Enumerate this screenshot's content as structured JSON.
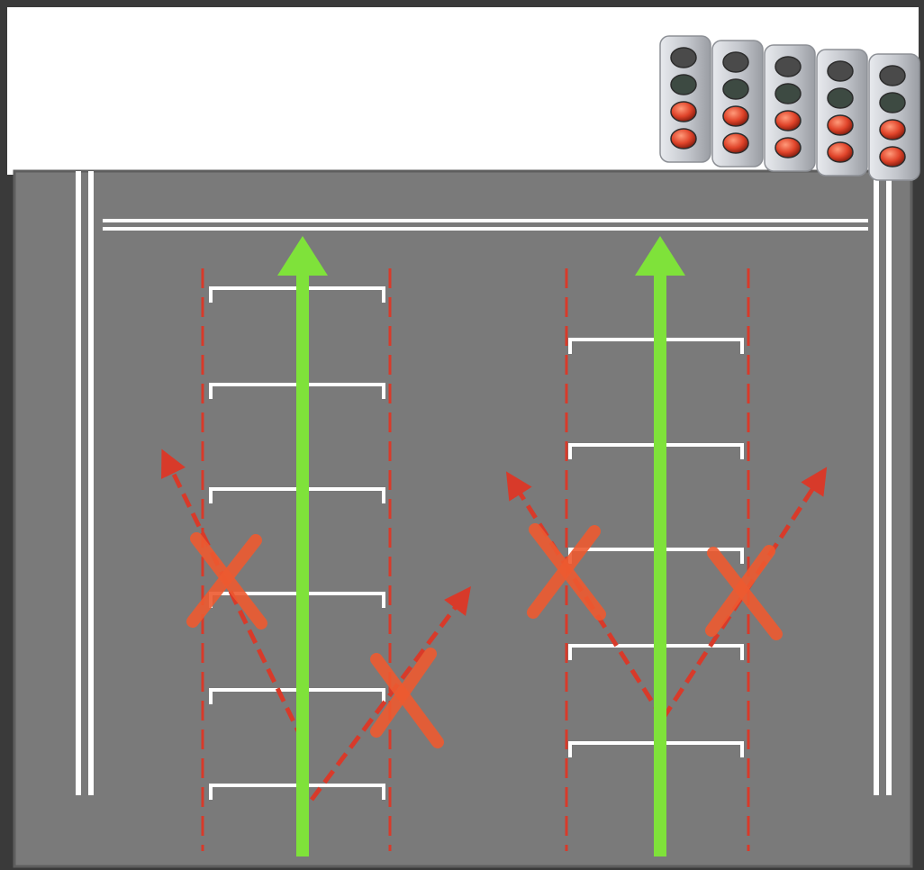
{
  "colors": {
    "frame": "#3a3a3a",
    "sky": "#ffffff",
    "road": "#7a7a7a",
    "road_edge": "#5e5e5e",
    "line_white": "#ffffff",
    "lane_dash": "#d83a2a",
    "go_arrow": "#7fe23a",
    "blocked_arrow": "#d83a2a",
    "cross_mark": "#ee5a30",
    "signal_body": "#c9ccd2",
    "lamp_off": "#3d4a42",
    "lamp_dark": "#4a4a4a",
    "lamp_red": "#e0442a"
  },
  "diagram": {
    "traffic_lights_count": 5,
    "lanes": [
      {
        "id": "left",
        "allowed": "straight",
        "blocked": [
          "diagonal-left",
          "diagonal-right"
        ],
        "rungs": 6
      },
      {
        "id": "right",
        "allowed": "straight",
        "blocked": [
          "diagonal-left",
          "diagonal-right"
        ],
        "rungs": 5
      }
    ]
  }
}
